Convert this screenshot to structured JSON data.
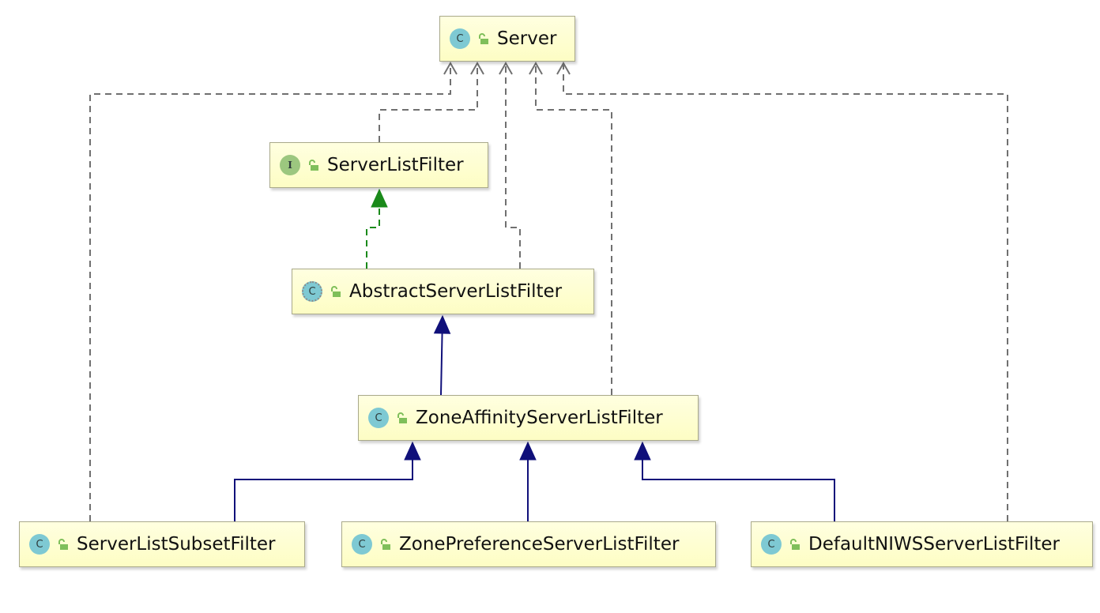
{
  "diagram": {
    "nodes": [
      {
        "id": "server",
        "kind": "class",
        "kind_letter": "C",
        "label": "Server"
      },
      {
        "id": "serverlistfilter",
        "kind": "interface",
        "kind_letter": "I",
        "label": "ServerListFilter"
      },
      {
        "id": "abstractserverlistfilter",
        "kind": "abstract",
        "kind_letter": "C",
        "label": "AbstractServerListFilter"
      },
      {
        "id": "zoneaffinity",
        "kind": "class",
        "kind_letter": "C",
        "label": "ZoneAffinityServerListFilter"
      },
      {
        "id": "subset",
        "kind": "class",
        "kind_letter": "C",
        "label": "ServerListSubsetFilter"
      },
      {
        "id": "zonepreference",
        "kind": "class",
        "kind_letter": "C",
        "label": "ZonePreferenceServerListFilter"
      },
      {
        "id": "defaultniws",
        "kind": "class",
        "kind_letter": "C",
        "label": "DefaultNIWSServerListFilter"
      }
    ],
    "edges": [
      {
        "from": "subset",
        "to": "server",
        "type": "dependency"
      },
      {
        "from": "serverlistfilter",
        "to": "server",
        "type": "dependency"
      },
      {
        "from": "abstractserverlistfilter",
        "to": "server",
        "type": "dependency"
      },
      {
        "from": "zoneaffinity",
        "to": "server",
        "type": "dependency"
      },
      {
        "from": "defaultniws",
        "to": "server",
        "type": "dependency"
      },
      {
        "from": "abstractserverlistfilter",
        "to": "serverlistfilter",
        "type": "implements"
      },
      {
        "from": "zoneaffinity",
        "to": "abstractserverlistfilter",
        "type": "extends"
      },
      {
        "from": "subset",
        "to": "zoneaffinity",
        "type": "extends"
      },
      {
        "from": "zonepreference",
        "to": "zoneaffinity",
        "type": "extends"
      },
      {
        "from": "defaultniws",
        "to": "zoneaffinity",
        "type": "extends"
      }
    ],
    "colors": {
      "dependency": "#707070",
      "implements": "#1a8a1a",
      "extends": "#10107a",
      "node_fill": "#ffffe0",
      "lock_icon": "#7fbf5a"
    }
  }
}
